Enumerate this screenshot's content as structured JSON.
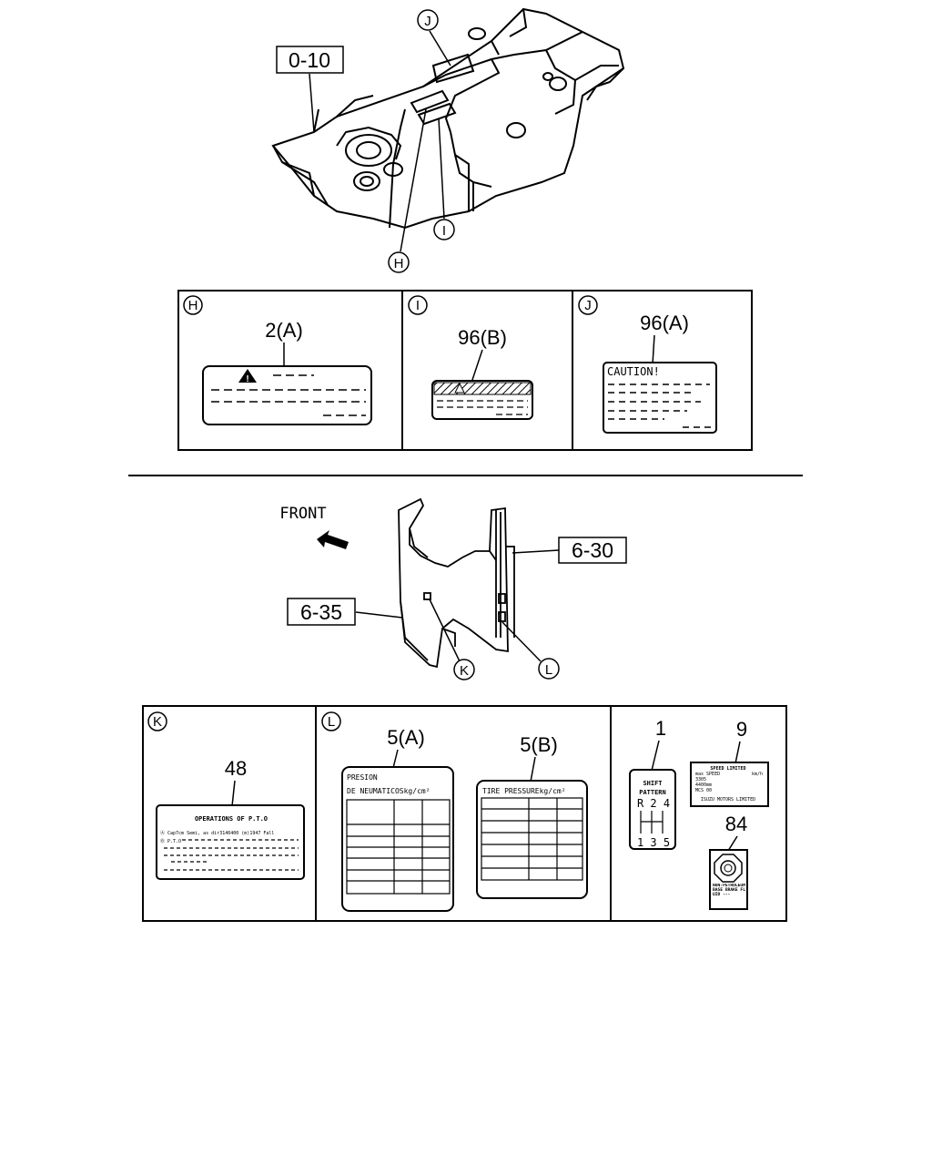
{
  "callouts": {
    "H": "H",
    "I": "I",
    "J": "J",
    "K": "K",
    "L": "L"
  },
  "refs": {
    "top_frame": "0-10",
    "side_panel_front": "6-35",
    "side_panel_rear": "6-30"
  },
  "direction_label": "FRONT",
  "icons": {
    "warning": "warning-triangle-icon",
    "front_arrow": "front-arrow-icon"
  },
  "panel_H": {
    "callout": "H",
    "part": "2(A)"
  },
  "panel_I": {
    "callout": "I",
    "part": "96(B)"
  },
  "panel_J": {
    "callout": "J",
    "part": "96(A)",
    "label_title": "CAUTION!"
  },
  "panel_K": {
    "callout": "K",
    "part": "48",
    "label_title": "OPERATIONS OF P.T.O",
    "line1": "Ⓐ Cap7cm Semi, as dir3146400 (m)1947 Fall",
    "line2": "Ⓑ P.T.O"
  },
  "panel_L": {
    "callout": "L",
    "part_a": "5(A)",
    "part_a_line1": "PRESION",
    "part_a_line2": "DE NEUMATICOSkg/cm²",
    "part_b": "5(B)",
    "part_b_line1": "TIRE PRESSUREkg/cm²"
  },
  "panel_misc": {
    "part_1": "1",
    "shift_line1": "SHIFT",
    "shift_line2": "PATTERN",
    "shift_row1": "R 2 4",
    "shift_row2": "1 3 5",
    "part_9": "9",
    "speed_title": "SPEED LIMITED",
    "speed_line1": "max SPEED",
    "speed_unit": "km/h",
    "speed_line2": "3305",
    "speed_line3": "4400mm",
    "speed_line4": "MCS 00",
    "speed_footer": "ISUZU MOTORS LIMITED",
    "part_84": "84",
    "sticker_text": "NON-PETROLEUM BASE BRAKE FLUID ---"
  }
}
